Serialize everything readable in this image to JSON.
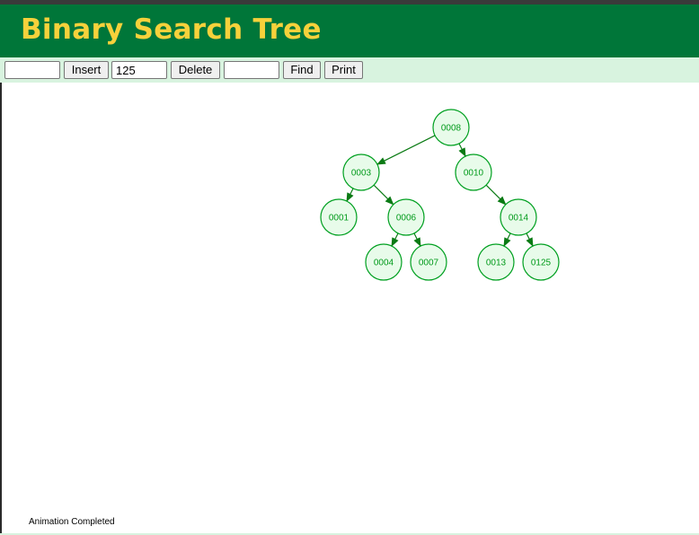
{
  "header": {
    "title": "Binary Search Tree"
  },
  "toolbar": {
    "insert_value": "",
    "insert_label": "Insert",
    "delete_value": "125",
    "delete_label": "Delete",
    "find_value": "",
    "find_label": "Find",
    "print_label": "Print"
  },
  "tree": {
    "colors": {
      "node_fill": "#e8fbea",
      "node_stroke": "#00a020",
      "node_text": "#009a1a",
      "edge": "#0a7a14"
    },
    "nodes": [
      {
        "key": "0008"
      },
      {
        "key": "0003"
      },
      {
        "key": "0010"
      },
      {
        "key": "0001"
      },
      {
        "key": "0006"
      },
      {
        "key": "0014"
      },
      {
        "key": "0004"
      },
      {
        "key": "0007"
      },
      {
        "key": "0013"
      },
      {
        "key": "0125"
      }
    ],
    "edges": [
      {
        "from": "0008",
        "to": "0003"
      },
      {
        "from": "0008",
        "to": "0010"
      },
      {
        "from": "0003",
        "to": "0001"
      },
      {
        "from": "0003",
        "to": "0006"
      },
      {
        "from": "0010",
        "to": "0014"
      },
      {
        "from": "0006",
        "to": "0004"
      },
      {
        "from": "0006",
        "to": "0007"
      },
      {
        "from": "0014",
        "to": "0013"
      },
      {
        "from": "0014",
        "to": "0125"
      }
    ]
  },
  "status": {
    "text": "Animation Completed"
  }
}
